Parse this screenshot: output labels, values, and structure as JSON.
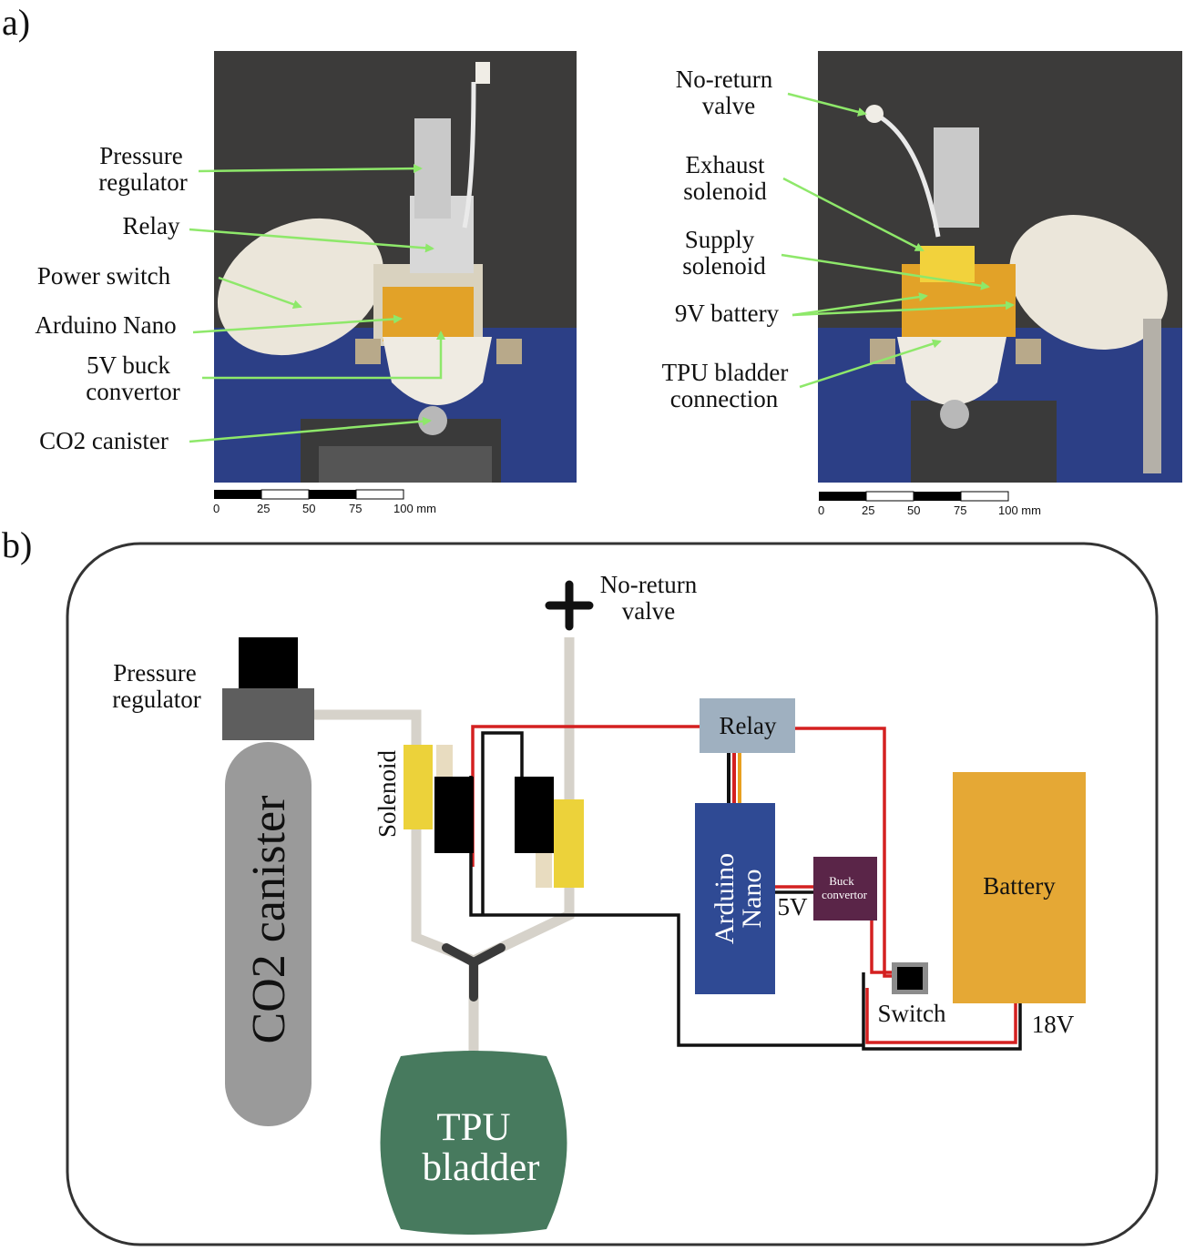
{
  "panel_a": {
    "label": "a)",
    "left_photo_labels": [
      "Pressure",
      "regulator",
      "Relay",
      "Power switch",
      "Arduino Nano",
      "5V buck",
      "convertor",
      "CO2 canister"
    ],
    "right_photo_labels": [
      "No-return",
      "valve",
      "Exhaust",
      "solenoid",
      "Supply",
      "solenoid",
      "9V battery",
      "TPU bladder",
      "connection"
    ],
    "scale_ticks": [
      "0",
      "25",
      "50",
      "75",
      "100 mm"
    ]
  },
  "panel_b": {
    "label": "b)",
    "no_return_valve": [
      "No-return",
      "valve"
    ],
    "pressure_regulator": [
      "Pressure",
      "regulator"
    ],
    "co2_canister": "CO2 canister",
    "solenoid": "Solenoid",
    "relay": "Relay",
    "arduino": [
      "Arduino",
      "Nano"
    ],
    "buck_convertor": [
      "Buck",
      "convertor"
    ],
    "five_volt": "5V",
    "battery": "Battery",
    "switch": "Switch",
    "eighteen_volt": "18V",
    "tpu_bladder": [
      "TPU",
      "bladder"
    ]
  },
  "colors": {
    "wire_red": "#d42020",
    "wire_black": "#111111",
    "tube": "#d6d2ca",
    "solenoid_yellow": "#ecd23a",
    "arduino_blue": "#2f4a94",
    "buck_purple": "#5a2548",
    "battery_orange": "#e5a835",
    "bladder_green": "#477a5e",
    "relay_grey": "#9fb0c0",
    "canister_grey": "#9a9a9a",
    "arrow_green": "#8ee86a"
  }
}
